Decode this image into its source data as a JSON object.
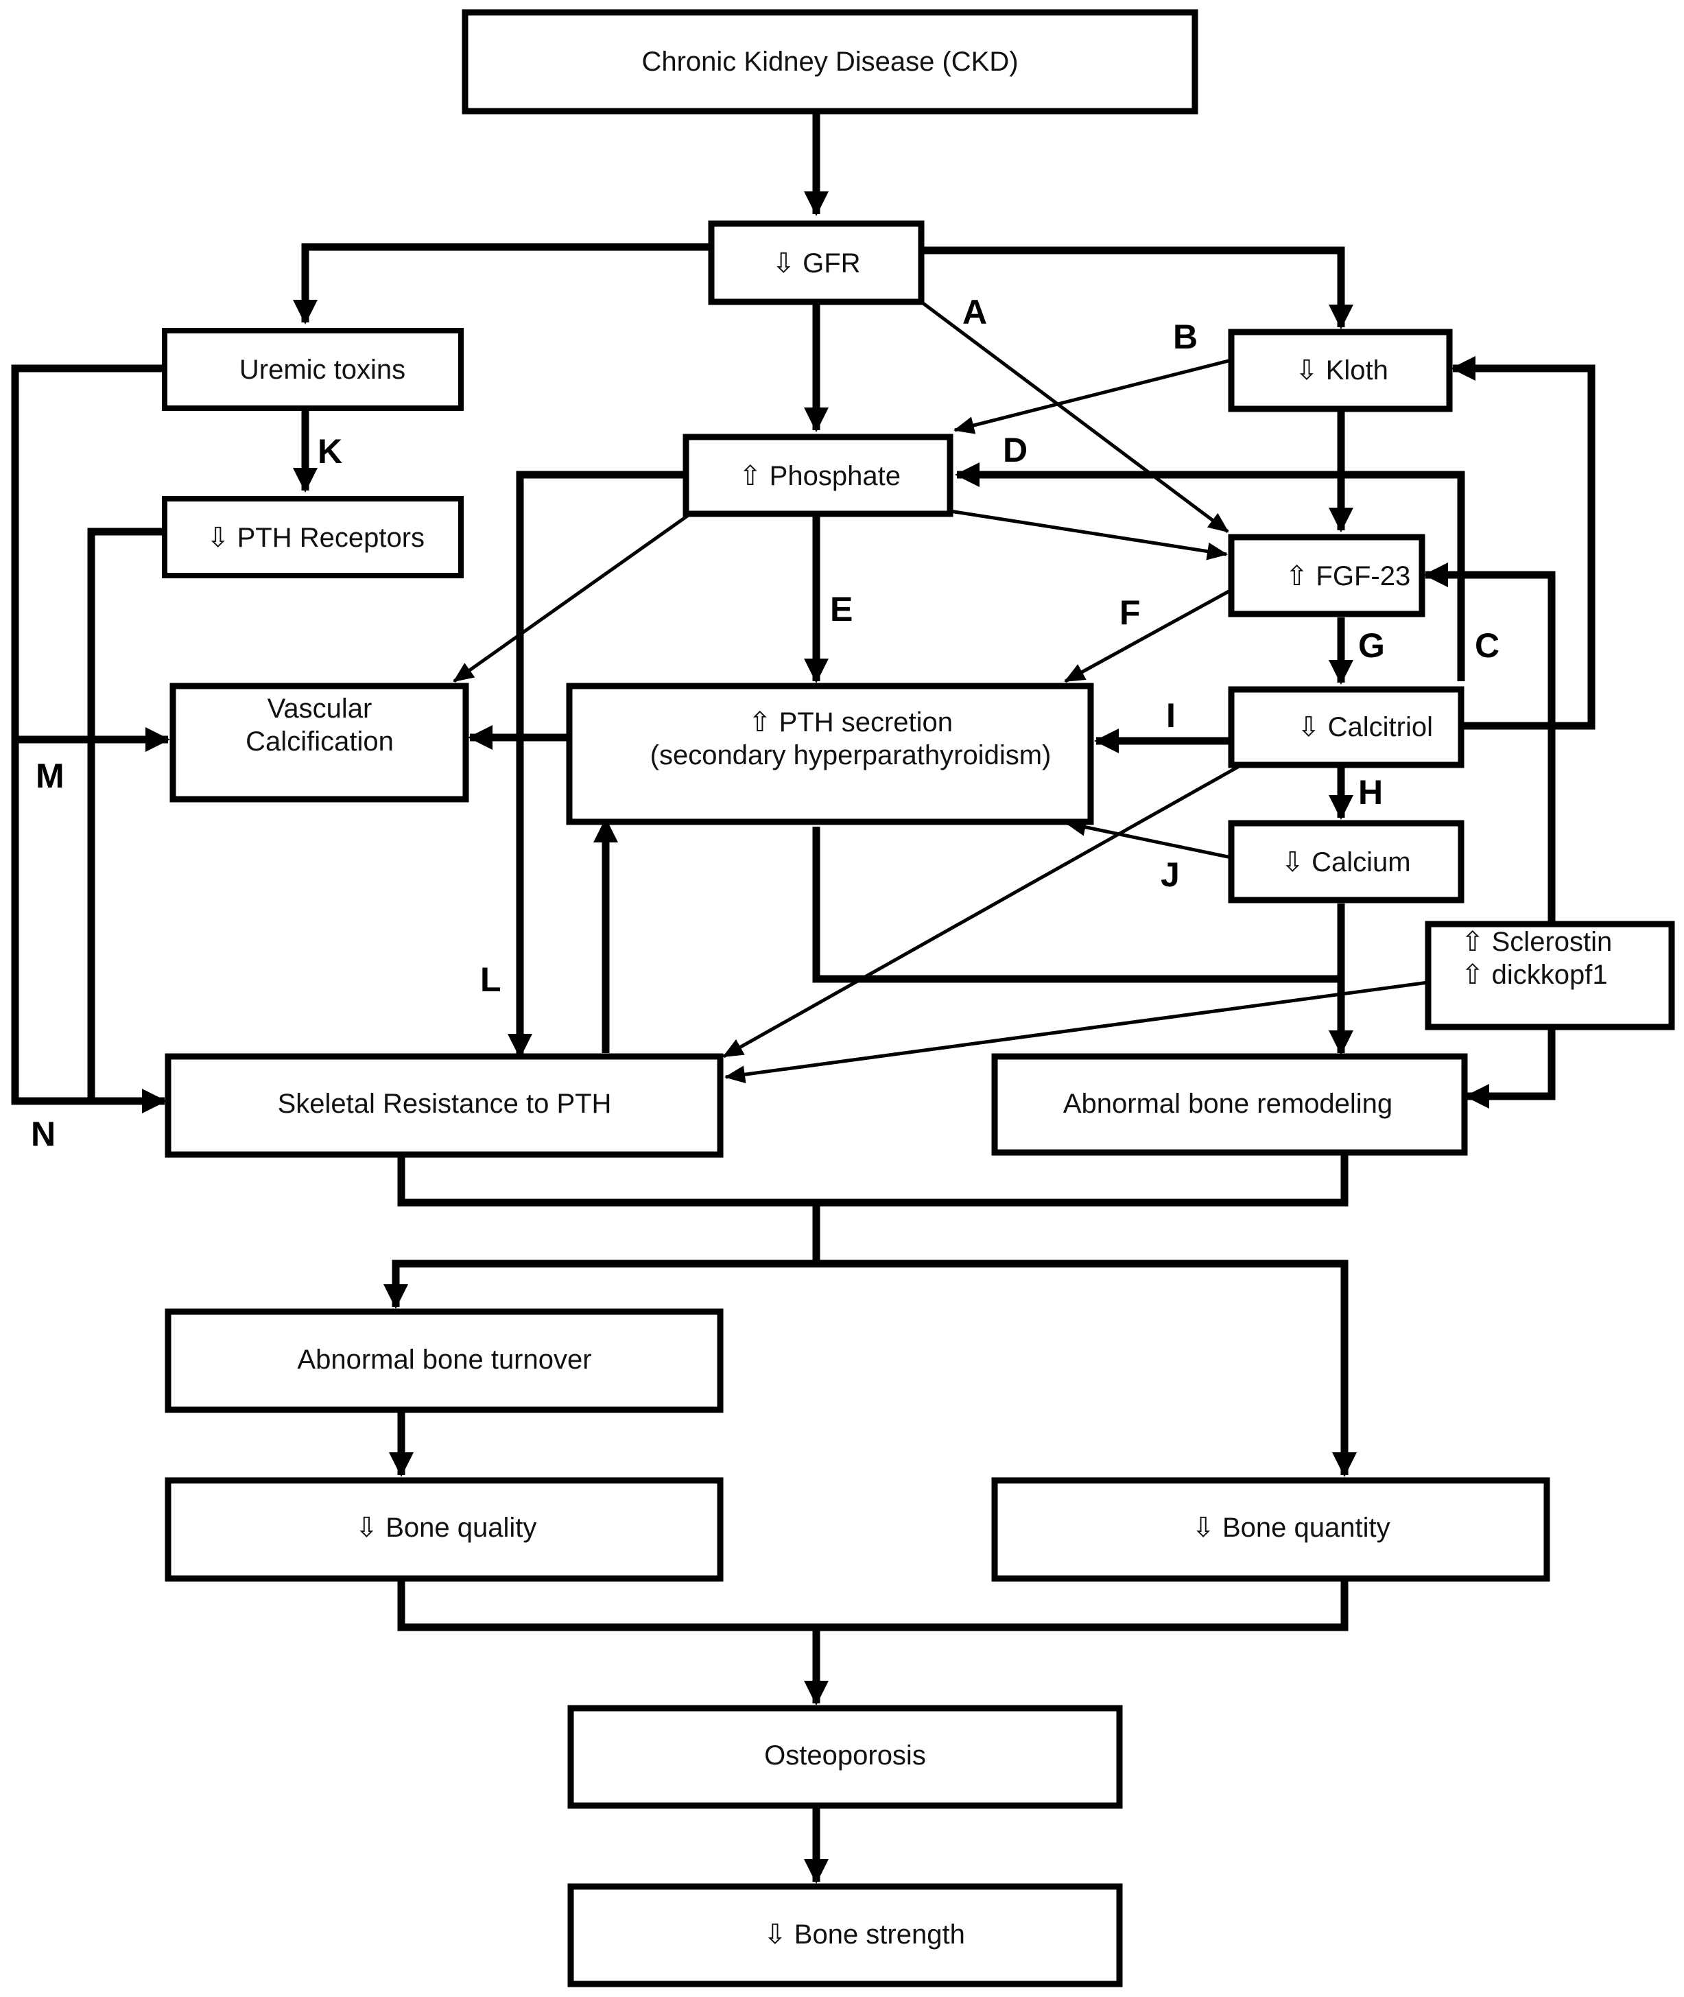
{
  "nodes": {
    "ckd": {
      "lines": [
        "Chronic Kidney Disease (CKD)"
      ]
    },
    "gfr": {
      "lines": [
        "⇩ GFR"
      ]
    },
    "uremic_toxins": {
      "lines": [
        "Uremic toxins"
      ]
    },
    "klotho": {
      "lines": [
        "⇩ Kloth"
      ]
    },
    "phosphate": {
      "lines": [
        "⇧ Phosphate"
      ]
    },
    "pth_receptors": {
      "lines": [
        "⇩ PTH Receptors"
      ]
    },
    "fgf23": {
      "lines": [
        "⇧ FGF-23"
      ]
    },
    "vascular_calcification": {
      "lines": [
        "Vascular",
        "Calcification"
      ]
    },
    "pth_secretion": {
      "lines": [
        "⇧ PTH secretion",
        "(secondary hyperparathyroidism)"
      ]
    },
    "calcitriol": {
      "lines": [
        "⇩ Calcitriol"
      ]
    },
    "calcium": {
      "lines": [
        "⇩ Calcium"
      ]
    },
    "sclerostin": {
      "lines": [
        "⇧ Sclerostin",
        "⇧ dickkopf1"
      ]
    },
    "skeletal_resistance": {
      "lines": [
        "Skeletal Resistance to PTH"
      ]
    },
    "abnormal_remodeling": {
      "lines": [
        "Abnormal bone remodeling"
      ]
    },
    "abnormal_turnover": {
      "lines": [
        "Abnormal bone turnover"
      ]
    },
    "bone_quality": {
      "lines": [
        "⇩ Bone quality"
      ]
    },
    "bone_quantity": {
      "lines": [
        "⇩ Bone quantity"
      ]
    },
    "osteoporosis": {
      "lines": [
        "Osteoporosis"
      ]
    },
    "bone_strength": {
      "lines": [
        "⇩ Bone strength"
      ]
    }
  },
  "edge_labels": {
    "A": "A",
    "B": "B",
    "C": "C",
    "D": "D",
    "E": "E",
    "F": "F",
    "G": "G",
    "H": "H",
    "I": "I",
    "J": "J",
    "K": "K",
    "L": "L",
    "M": "M",
    "N": "N"
  }
}
